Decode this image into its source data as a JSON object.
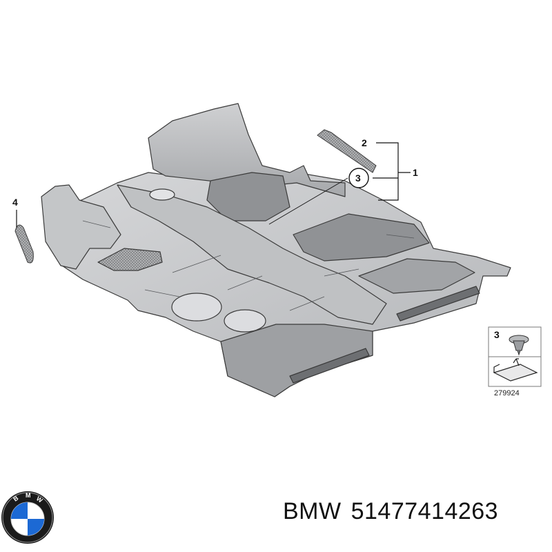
{
  "callouts": {
    "c1": "1",
    "c2": "2",
    "c3": "3",
    "c4": "4"
  },
  "legend": {
    "part_number": "3",
    "diagram_id": "279924"
  },
  "caption": {
    "brand": "BMW",
    "part_number": "51477414263"
  },
  "logo": {
    "text": "BMW",
    "colors": {
      "ring": "#1a1a1a",
      "blue": "#1c69d4",
      "white": "#ffffff"
    }
  },
  "colors": {
    "floor": "#c9cacc",
    "floor_dark": "#9c9ea1",
    "mat": "#8f9194",
    "outline": "#3a3a3a"
  }
}
